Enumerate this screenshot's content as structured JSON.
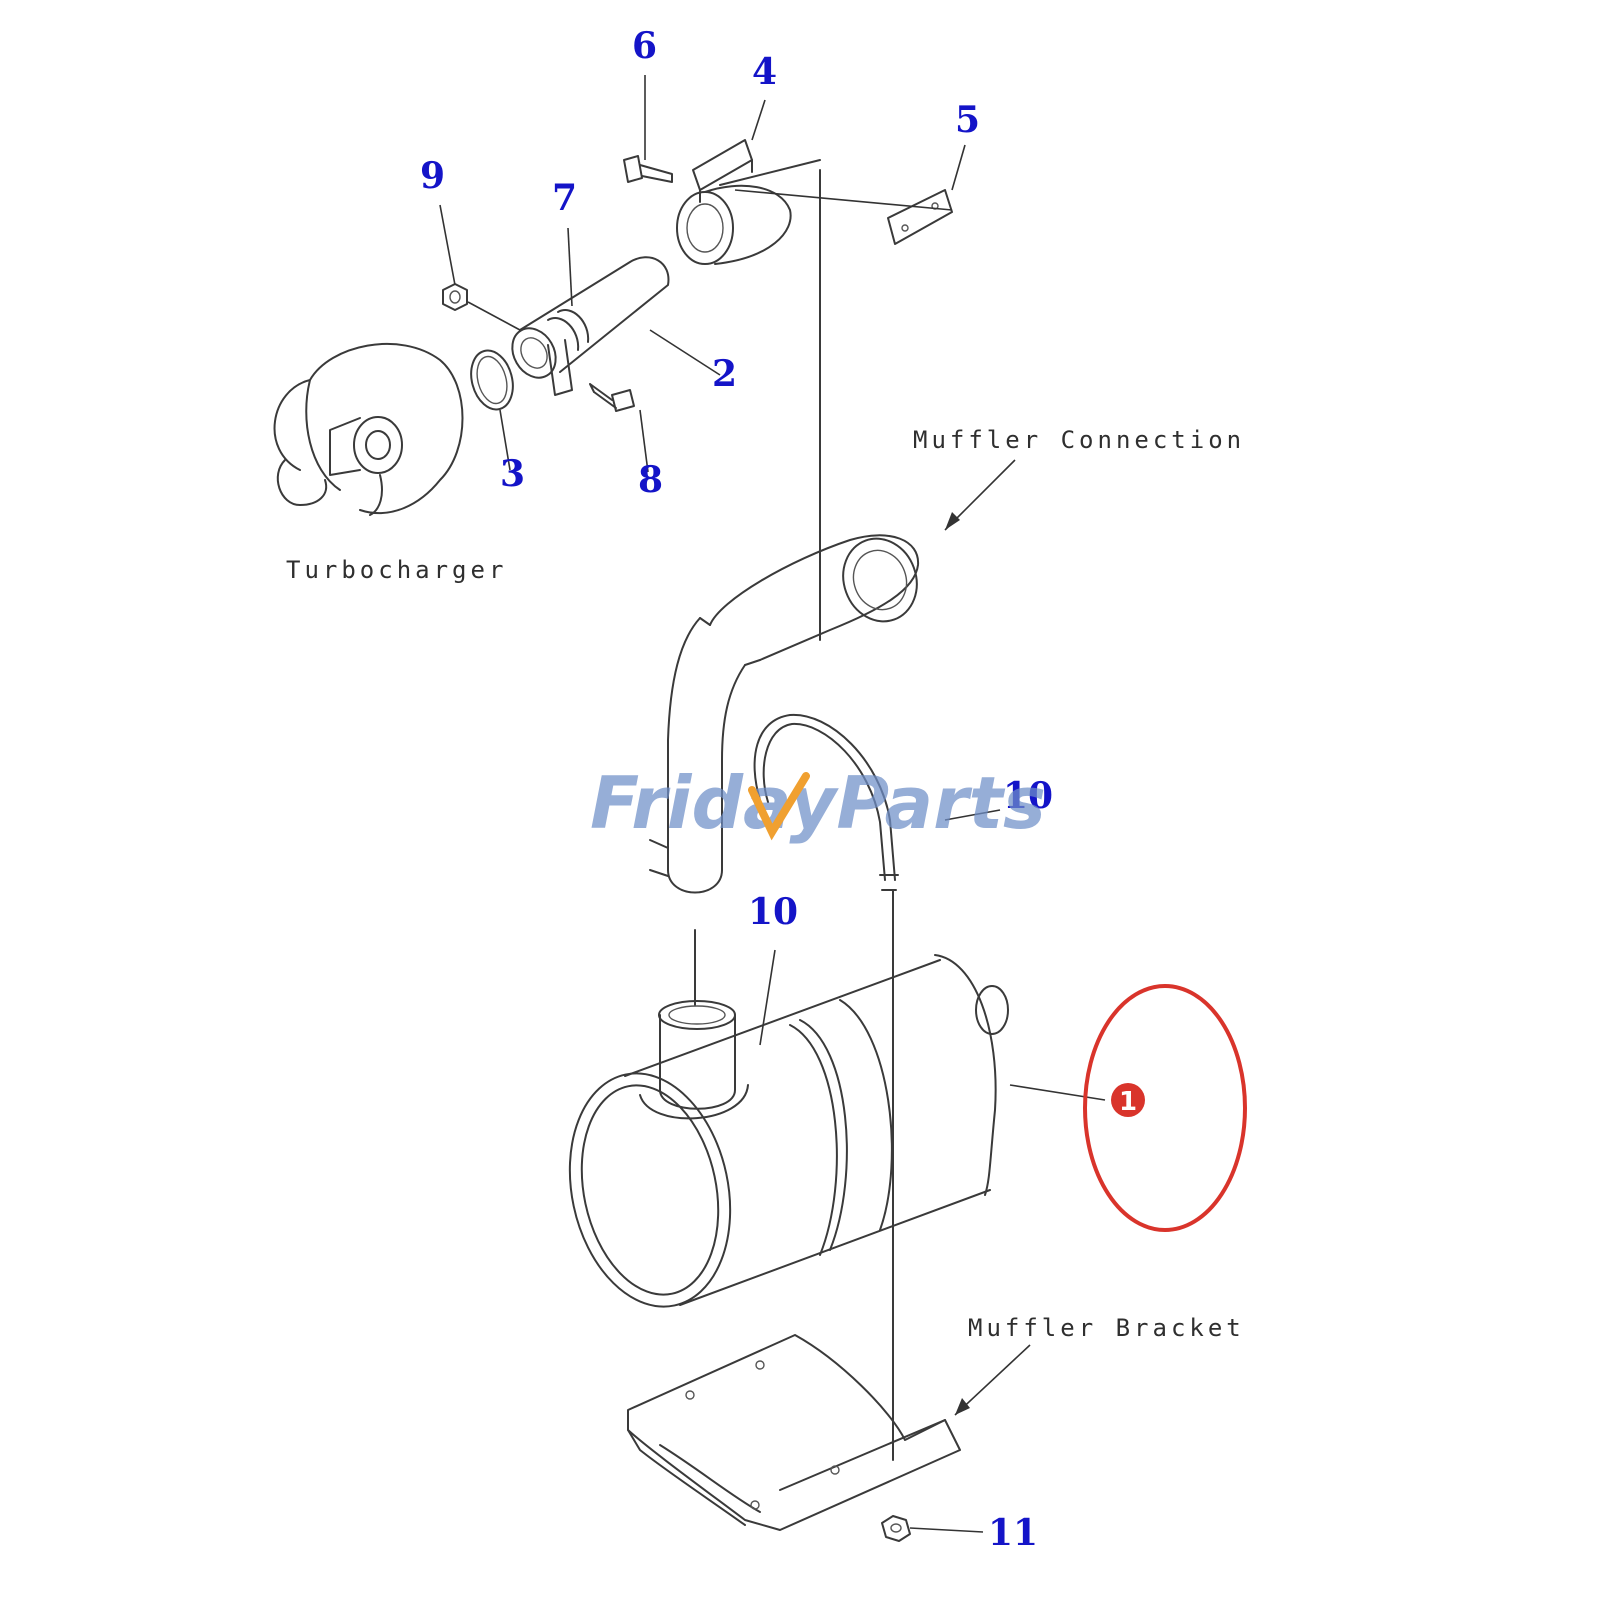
{
  "colors": {
    "callout": "#1414c8",
    "highlight": "#d9342b",
    "watermark_blue": "#6f8fc8",
    "watermark_orange": "#f0a030"
  },
  "labels": {
    "turbocharger": "Turbocharger",
    "muffler_connection": "Muffler Connection",
    "muffler_bracket": "Muffler Bracket"
  },
  "callouts": {
    "c1": "1",
    "c2": "2",
    "c3": "3",
    "c4": "4",
    "c5": "5",
    "c6": "6",
    "c7": "7",
    "c8": "8",
    "c9": "9",
    "c10a": "10",
    "c10b": "10",
    "c11": "11"
  },
  "watermark": {
    "part1": "Friday",
    "part2": "Parts"
  }
}
